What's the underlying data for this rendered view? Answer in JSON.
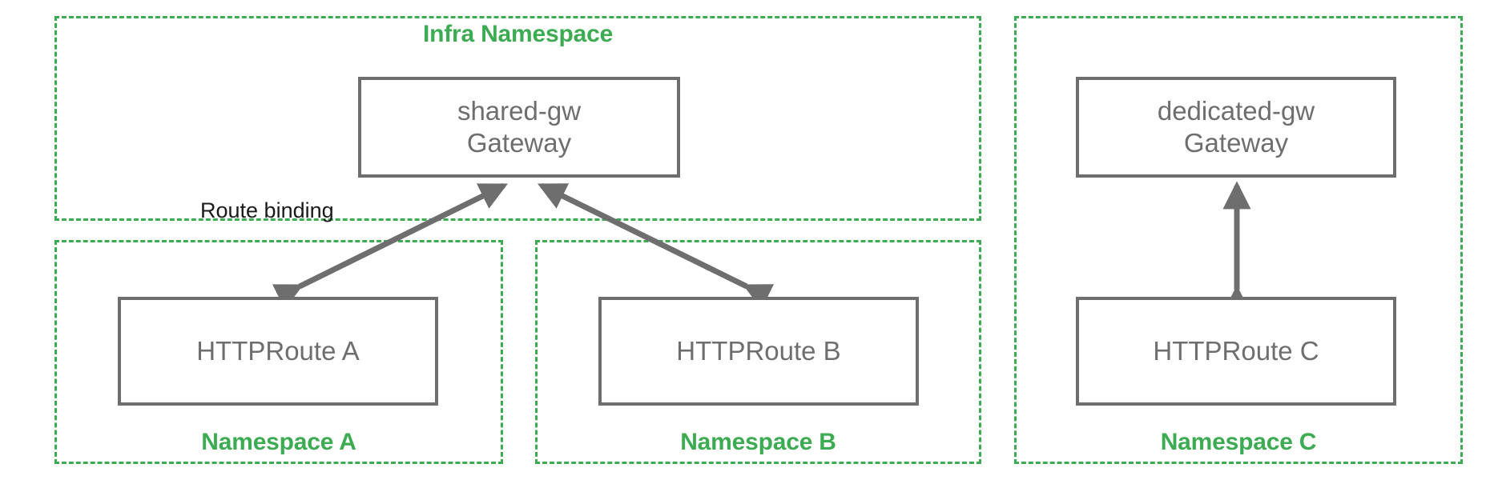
{
  "diagram": {
    "title_absent": true,
    "colors": {
      "namespace_border": "#3cab52",
      "namespace_label": "#3cab52",
      "node_border": "#6e6e6e",
      "node_label": "#6e6e6e",
      "connector": "#6e6e6e",
      "edge_label": "#1a1a1a",
      "background": "#ffffff"
    },
    "namespaces": [
      {
        "id": "infra",
        "label": "Infra Namespace",
        "label_position": "top"
      },
      {
        "id": "ns-a",
        "label": "Namespace A",
        "label_position": "bottom"
      },
      {
        "id": "ns-b",
        "label": "Namespace B",
        "label_position": "bottom"
      },
      {
        "id": "ns-c",
        "label": "Namespace C",
        "label_position": "bottom"
      }
    ],
    "nodes": [
      {
        "id": "shared-gw",
        "line1": "shared-gw",
        "line2": "Gateway",
        "namespace": "infra"
      },
      {
        "id": "dedicated-gw",
        "line1": "dedicated-gw",
        "line2": "Gateway",
        "namespace": "ns-c"
      },
      {
        "id": "route-a",
        "line1": "HTTPRoute A",
        "line2": "",
        "namespace": "ns-a"
      },
      {
        "id": "route-b",
        "line1": "HTTPRoute B",
        "line2": "",
        "namespace": "ns-b"
      },
      {
        "id": "route-c",
        "line1": "HTTPRoute C",
        "line2": "",
        "namespace": "ns-c"
      }
    ],
    "edges": [
      {
        "id": "edge-a",
        "from": "route-a",
        "to": "shared-gw",
        "label": "Route binding",
        "arrows": "both"
      },
      {
        "id": "edge-b",
        "from": "route-b",
        "to": "shared-gw",
        "label": "",
        "arrows": "both"
      },
      {
        "id": "edge-c",
        "from": "route-c",
        "to": "dedicated-gw",
        "label": "",
        "arrows": "both"
      }
    ],
    "edge_labels": [
      {
        "id": "route-binding-label",
        "text": "Route binding"
      }
    ]
  }
}
